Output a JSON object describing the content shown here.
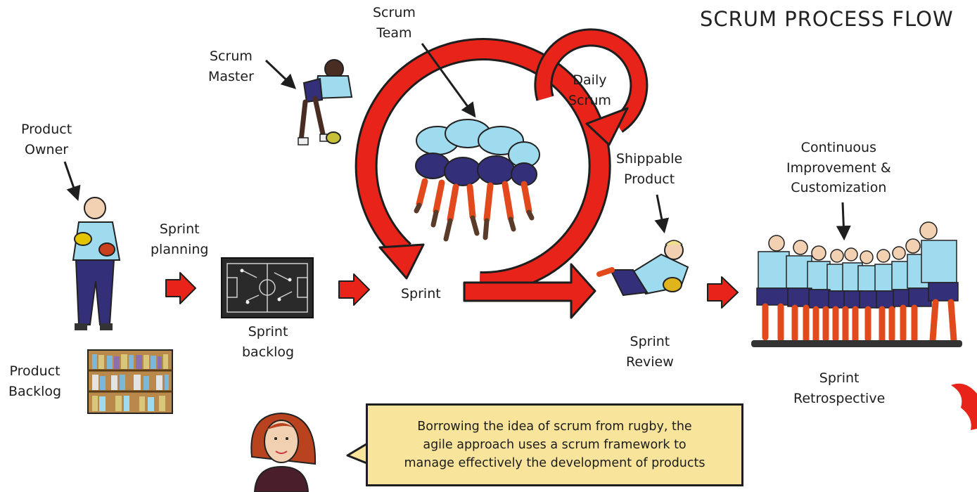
{
  "title": "SCRUM PROCESS FLOW",
  "labels": {
    "product_owner": [
      "Product",
      "Owner"
    ],
    "product_backlog": [
      "Product",
      "Backlog"
    ],
    "sprint_planning": [
      "Sprint",
      "planning"
    ],
    "sprint_backlog": [
      "Sprint",
      "backlog"
    ],
    "scrum_master": [
      "Scrum",
      "Master"
    ],
    "scrum_team": [
      "Scrum",
      "Team"
    ],
    "daily_scrum": [
      "Daily",
      "Scrum"
    ],
    "sprint": "Sprint",
    "shippable_product": [
      "Shippable",
      "Product"
    ],
    "sprint_review": [
      "Sprint",
      "Review"
    ],
    "continuous_improvement": [
      "Continuous",
      "Improvement &",
      "Customization"
    ],
    "sprint_retrospective": [
      "Sprint",
      "Retrospective"
    ]
  },
  "callout": [
    "Borrowing the idea of scrum from rugby, the",
    "agile approach uses a scrum framework to",
    "manage effectively the development of products"
  ],
  "colors": {
    "arrow_red": "#e8231a",
    "jersey_blue": "#9fdbef",
    "shorts_navy": "#332f79",
    "callout_fill": "#f8e49a",
    "board_dark": "#2a2a2a",
    "shelf_wood": "#b8894a"
  },
  "icons": [
    "flow-arrow-icon",
    "sprint-cycle-icon",
    "daily-scrum-loop-icon",
    "tactics-board-icon",
    "bookshelf-icon",
    "presenter-avatar-icon"
  ]
}
